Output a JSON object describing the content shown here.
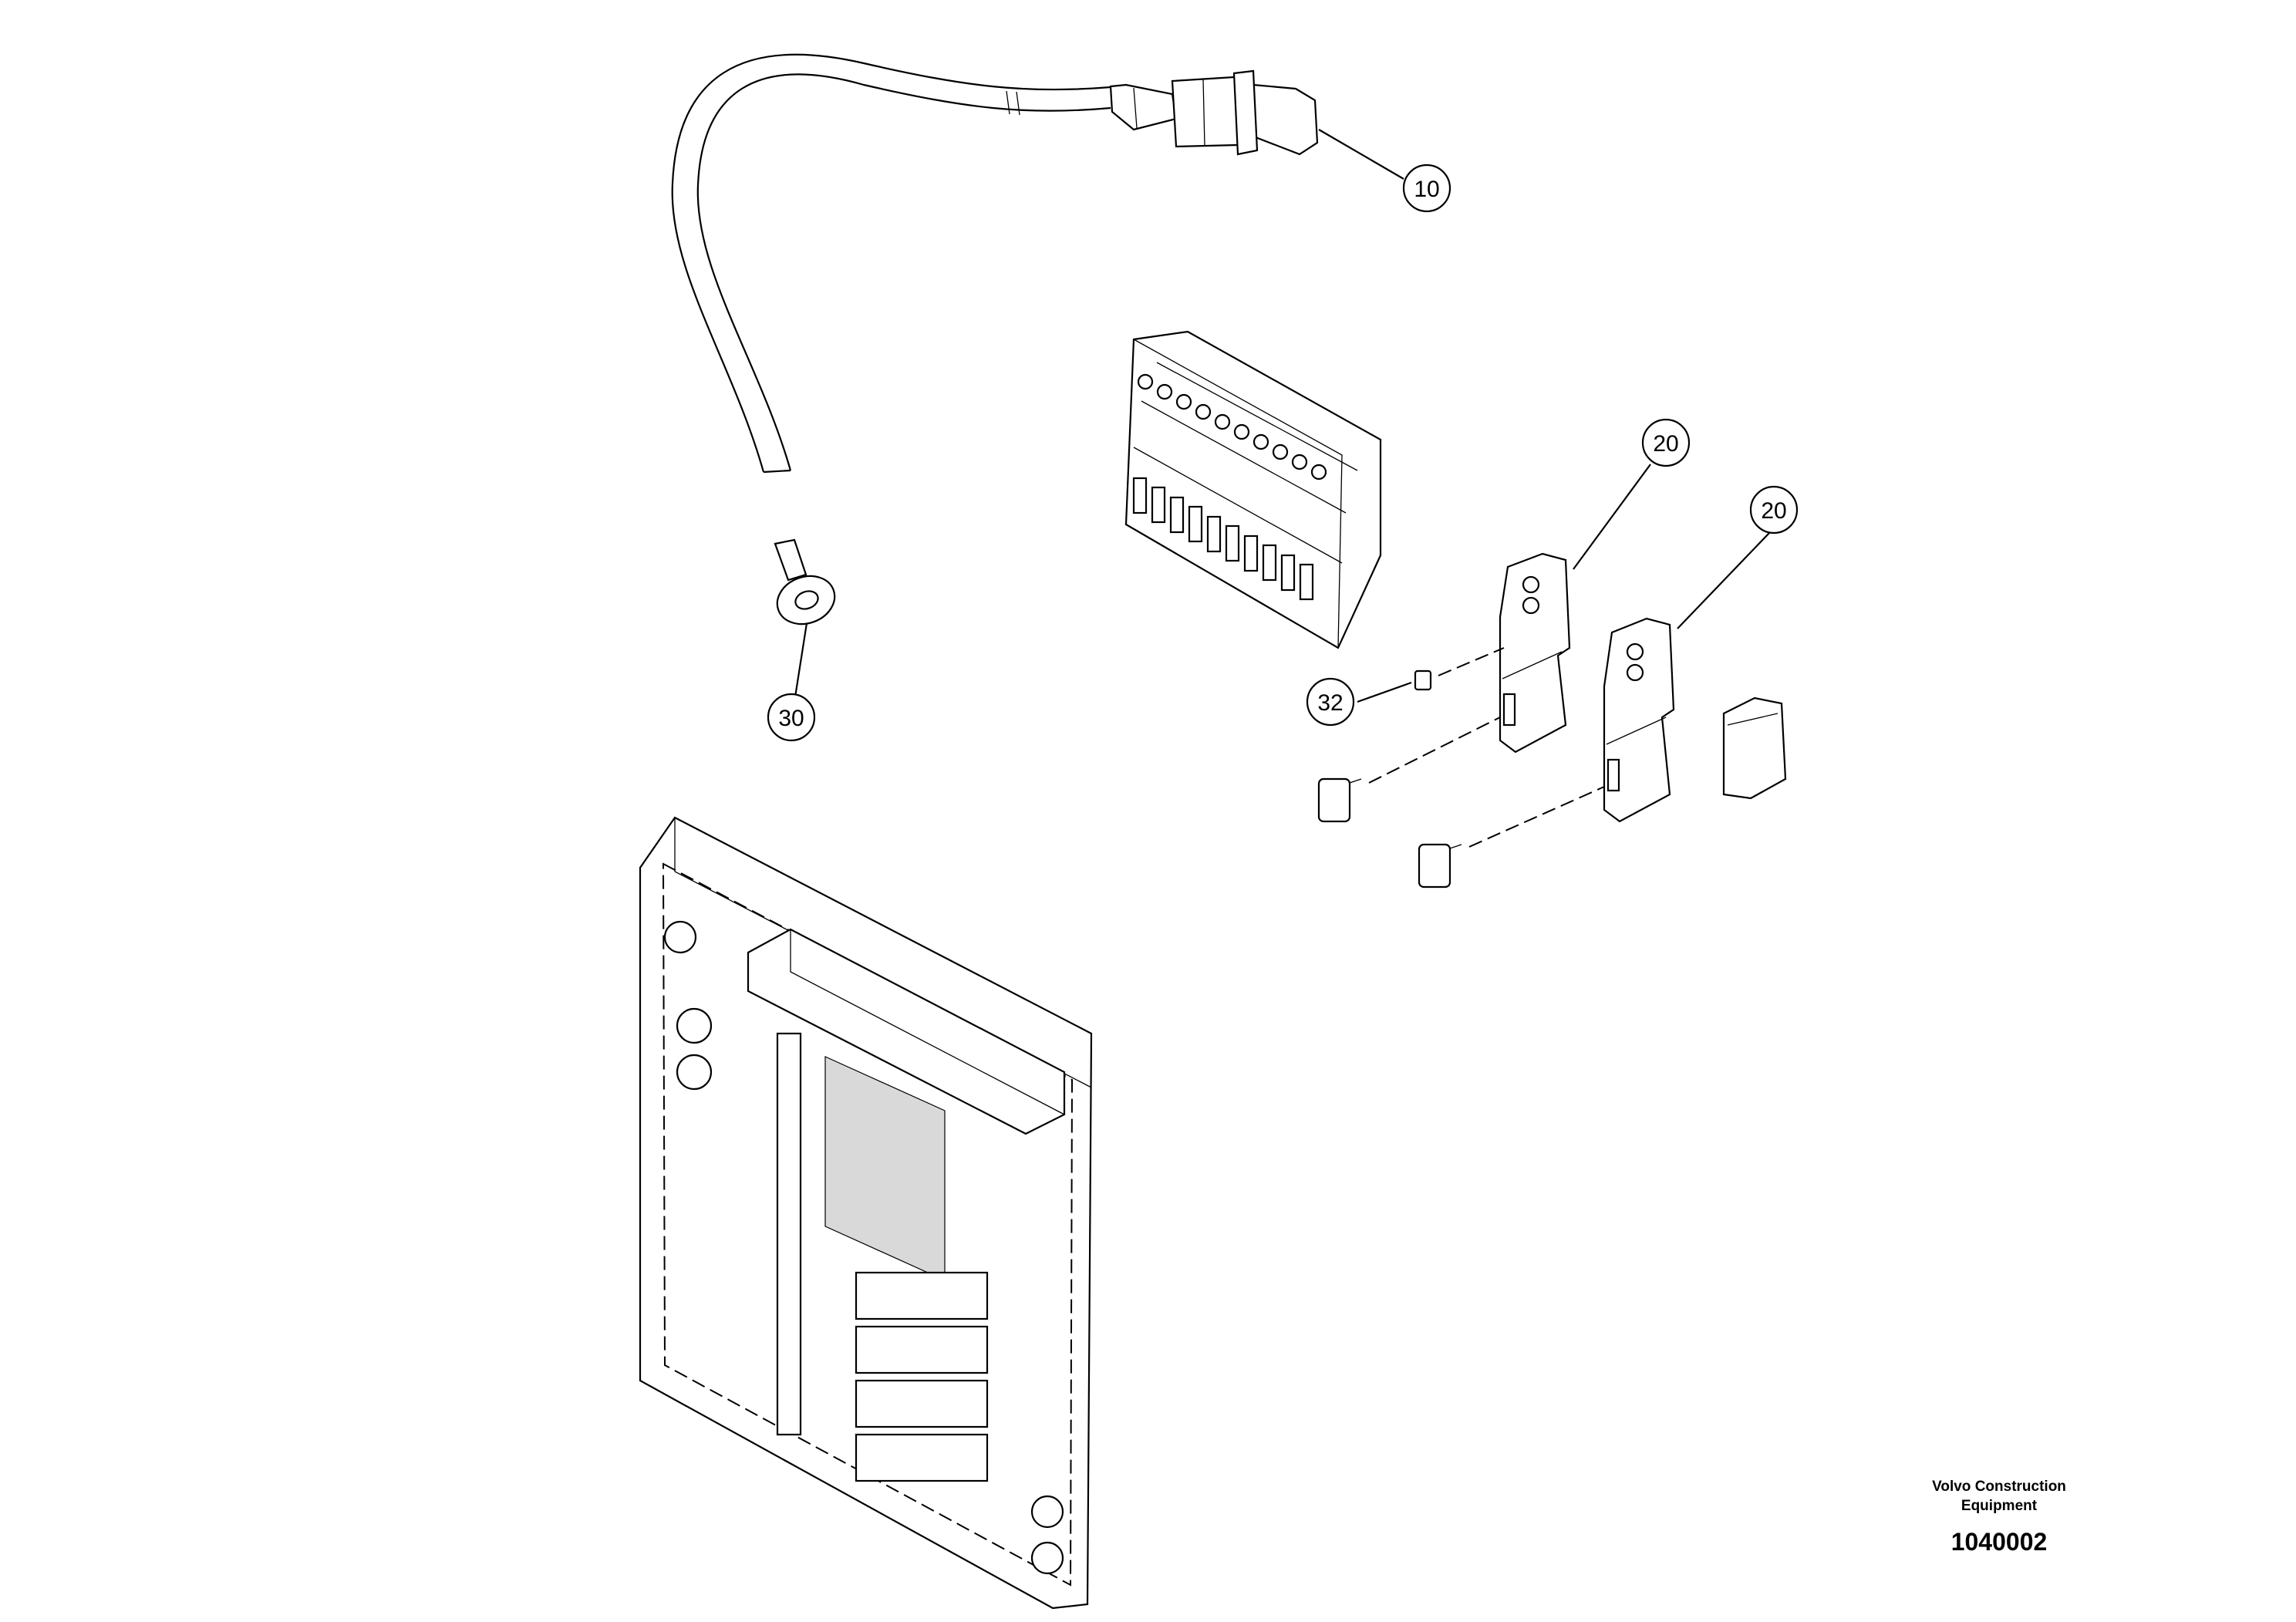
{
  "callouts": [
    {
      "id": "c10",
      "label": "10"
    },
    {
      "id": "c20a",
      "label": "20"
    },
    {
      "id": "c20b",
      "label": "20"
    },
    {
      "id": "c30",
      "label": "30"
    },
    {
      "id": "c32",
      "label": "32"
    }
  ],
  "brand": {
    "line1": "Volvo Construction",
    "line2": "Equipment",
    "figure_number": "1040002"
  }
}
